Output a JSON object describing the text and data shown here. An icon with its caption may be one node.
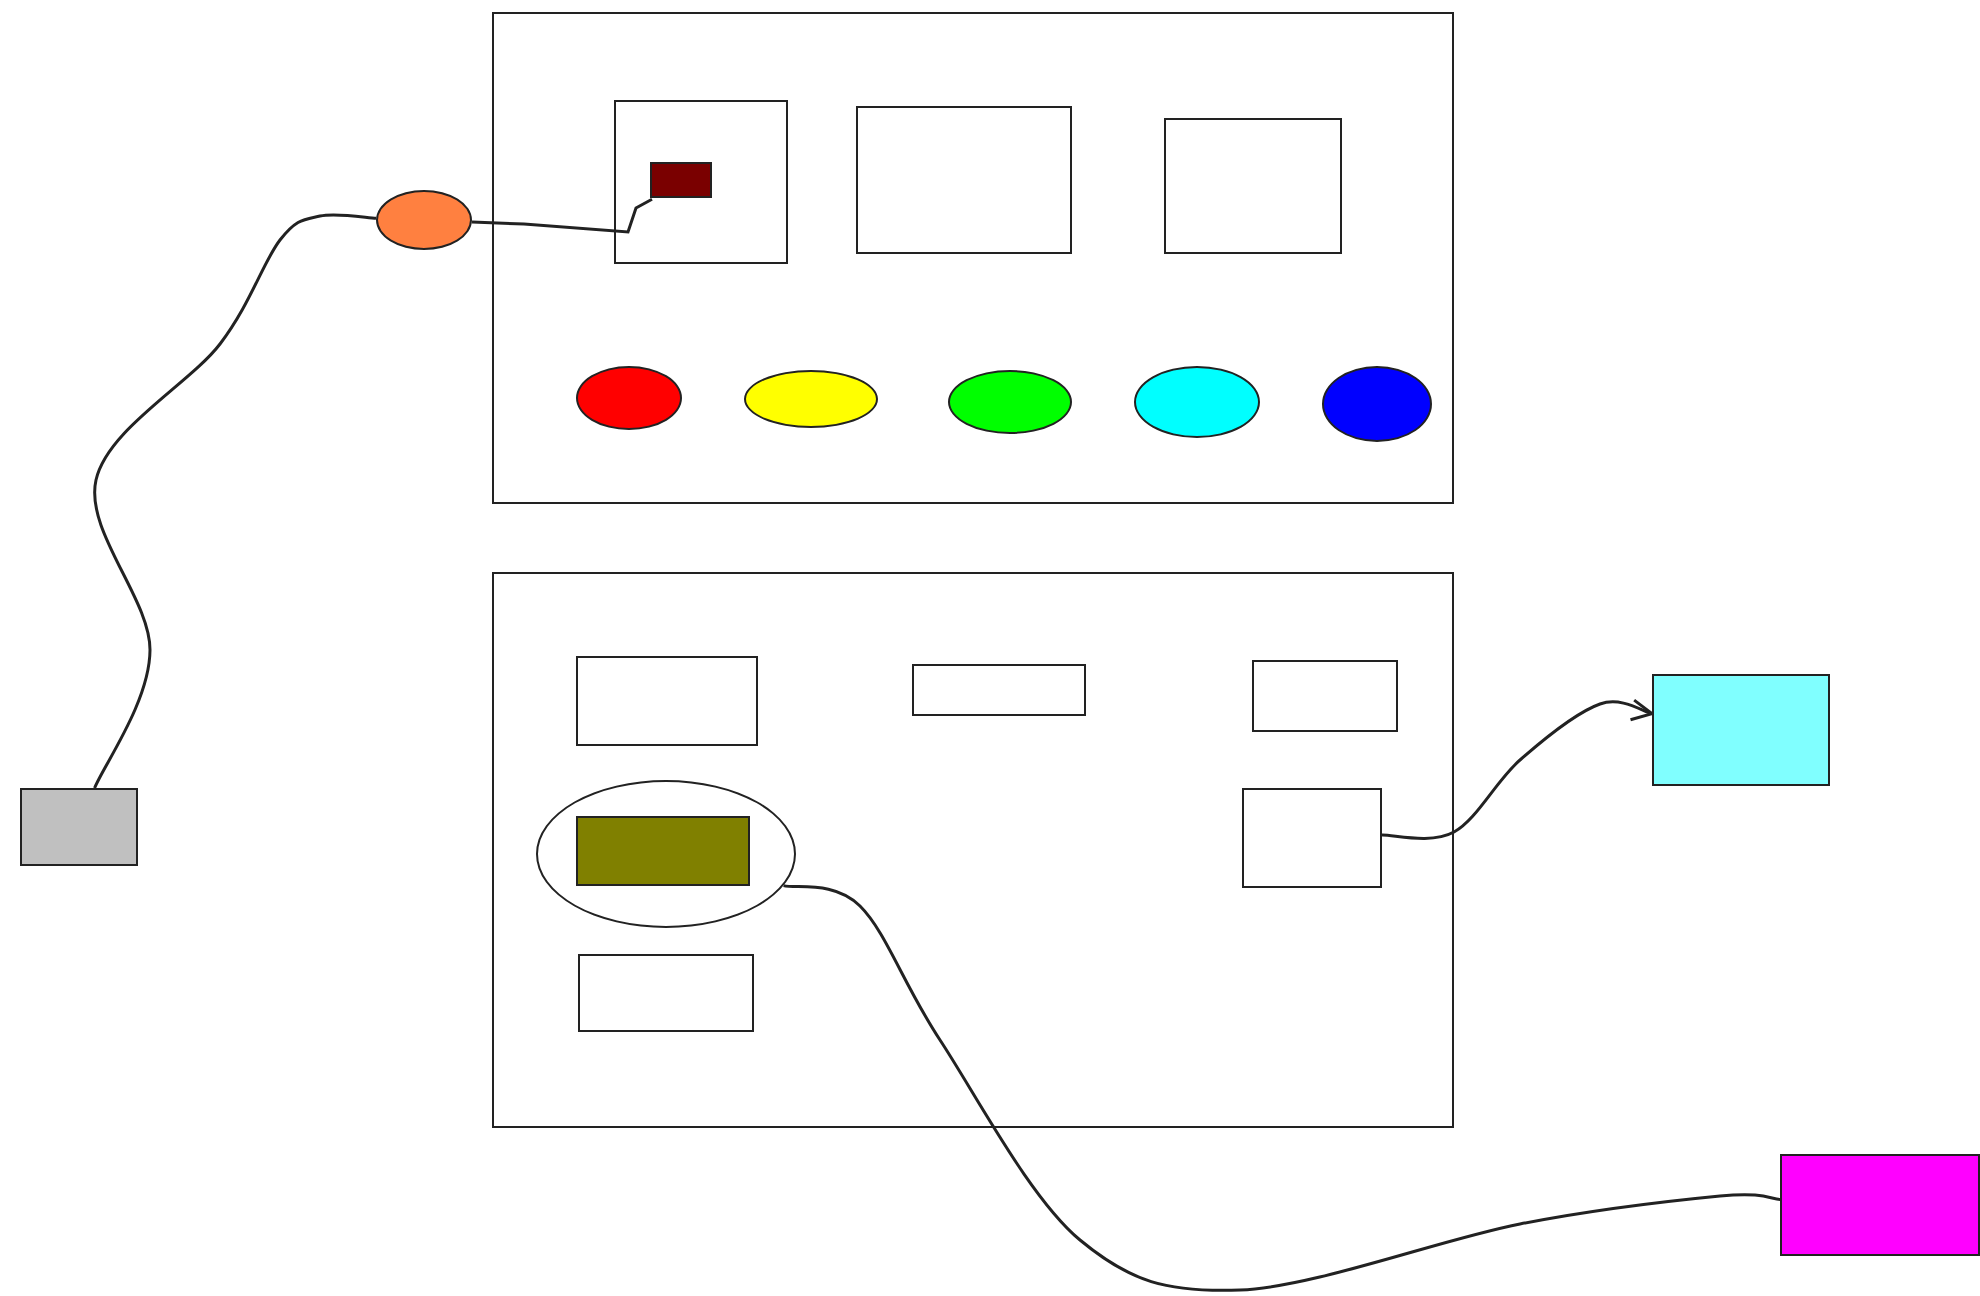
{
  "diagram": {
    "nodes": [
      {
        "text": [],
        "shape": "box"
      },
      {
        "text": [],
        "shape": "box",
        "in": 0
      },
      {
        "text": [],
        "shape": "box",
        "in": 1
      },
      {
        "text": [],
        "shape": "box",
        "in": 0
      },
      {
        "text": [],
        "shape": "box",
        "in": 0
      },
      {
        "text": [],
        "shape": "ellipse",
        "in": 0
      },
      {
        "text": [],
        "shape": "ellipse",
        "in": 0
      },
      {
        "text": [],
        "shape": "ellipse",
        "in": 0
      },
      {
        "text": [],
        "shape": "ellipse",
        "in": 0
      },
      {
        "text": [],
        "shape": "ellipse",
        "in": 0
      },
      {
        "text": [],
        "shape": "box"
      },
      {
        "text": [],
        "shape": "box",
        "in": 10
      },
      {
        "text": [],
        "shape": "box",
        "in": 10
      },
      {
        "text": [],
        "shape": "box",
        "in": 10
      },
      {
        "text": [],
        "shape": "ellipse",
        "in": 10
      },
      {
        "text": [],
        "shape": "box",
        "in": 14
      },
      {
        "text": [],
        "shape": "box",
        "in": 10
      },
      {
        "text": [],
        "shape": "box",
        "in": 10
      },
      {
        "text": [],
        "shape": "box"
      },
      {
        "text": [],
        "shape": "ellipse"
      },
      {
        "text": [],
        "shape": "box"
      },
      {
        "text": [],
        "shape": "box"
      }
    ],
    "edges": [
      {
        "from": 18,
        "to": 19,
        "arrow": "none"
      },
      {
        "from": 19,
        "to": 2,
        "arrow": "none"
      },
      {
        "from": 14,
        "to": 21,
        "arrow": "none"
      },
      {
        "from": 16,
        "to": 20,
        "arrow": "to"
      }
    ]
  }
}
